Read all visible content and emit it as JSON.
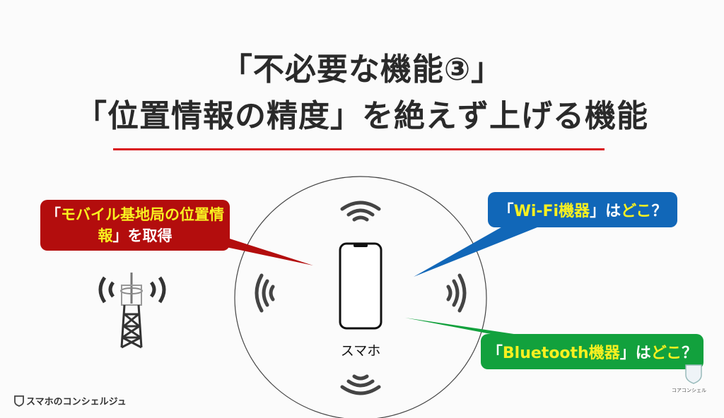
{
  "title": {
    "line1": "「不必要な機能③」",
    "line2": "「位置情報の精度」を絶えず上げる機能"
  },
  "bubbles": {
    "cell": {
      "open": "「",
      "highlight": "モバイル基地局の位置情報",
      "rest": "」を取得",
      "color": "#b30d0d"
    },
    "wifi": {
      "open": "「",
      "highlight": "Wi-Fi機器",
      "mid": "」は",
      "where": "どこ",
      "q": "？",
      "color": "#1167b8"
    },
    "bluetooth": {
      "open": "「",
      "highlight": "Bluetooth機器",
      "mid": "」は",
      "where": "どこ",
      "q": "？",
      "color": "#12a13d"
    }
  },
  "phone_label": "スマホ",
  "footer": {
    "brand": "スマホのコンシェルジュ",
    "corner_brand": "コアコンシェル"
  }
}
